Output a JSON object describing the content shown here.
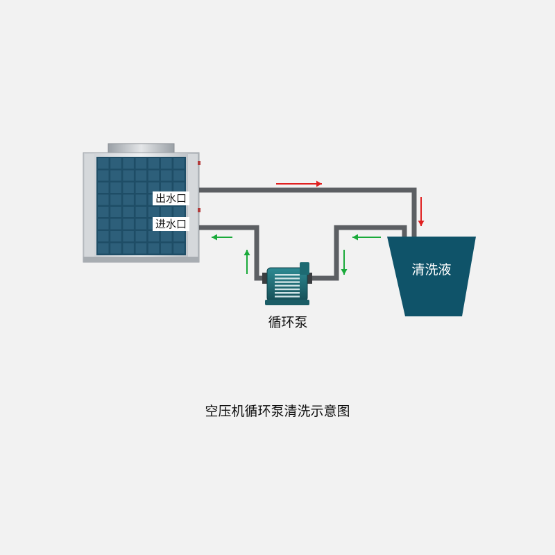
{
  "labels": {
    "outlet": "出水口",
    "inlet": "进水口",
    "pump": "循环泵",
    "tank": "清洗液",
    "caption": "空压机循环泵清洗示意图"
  },
  "icons": {
    "unit": "air-compressor-unit",
    "pump": "circulation-pump",
    "tank": "cleaning-fluid-tank",
    "flow_out": "red-arrow",
    "flow_return": "green-arrow"
  },
  "colors": {
    "pipe": "#5c5f63",
    "tank": "#0f5369",
    "pump": "#1f6f78",
    "outflow_arrow": "#e02020",
    "return_arrow": "#1aaa3a",
    "coil": "#2d5f7a",
    "background": "#f2f2f2"
  }
}
